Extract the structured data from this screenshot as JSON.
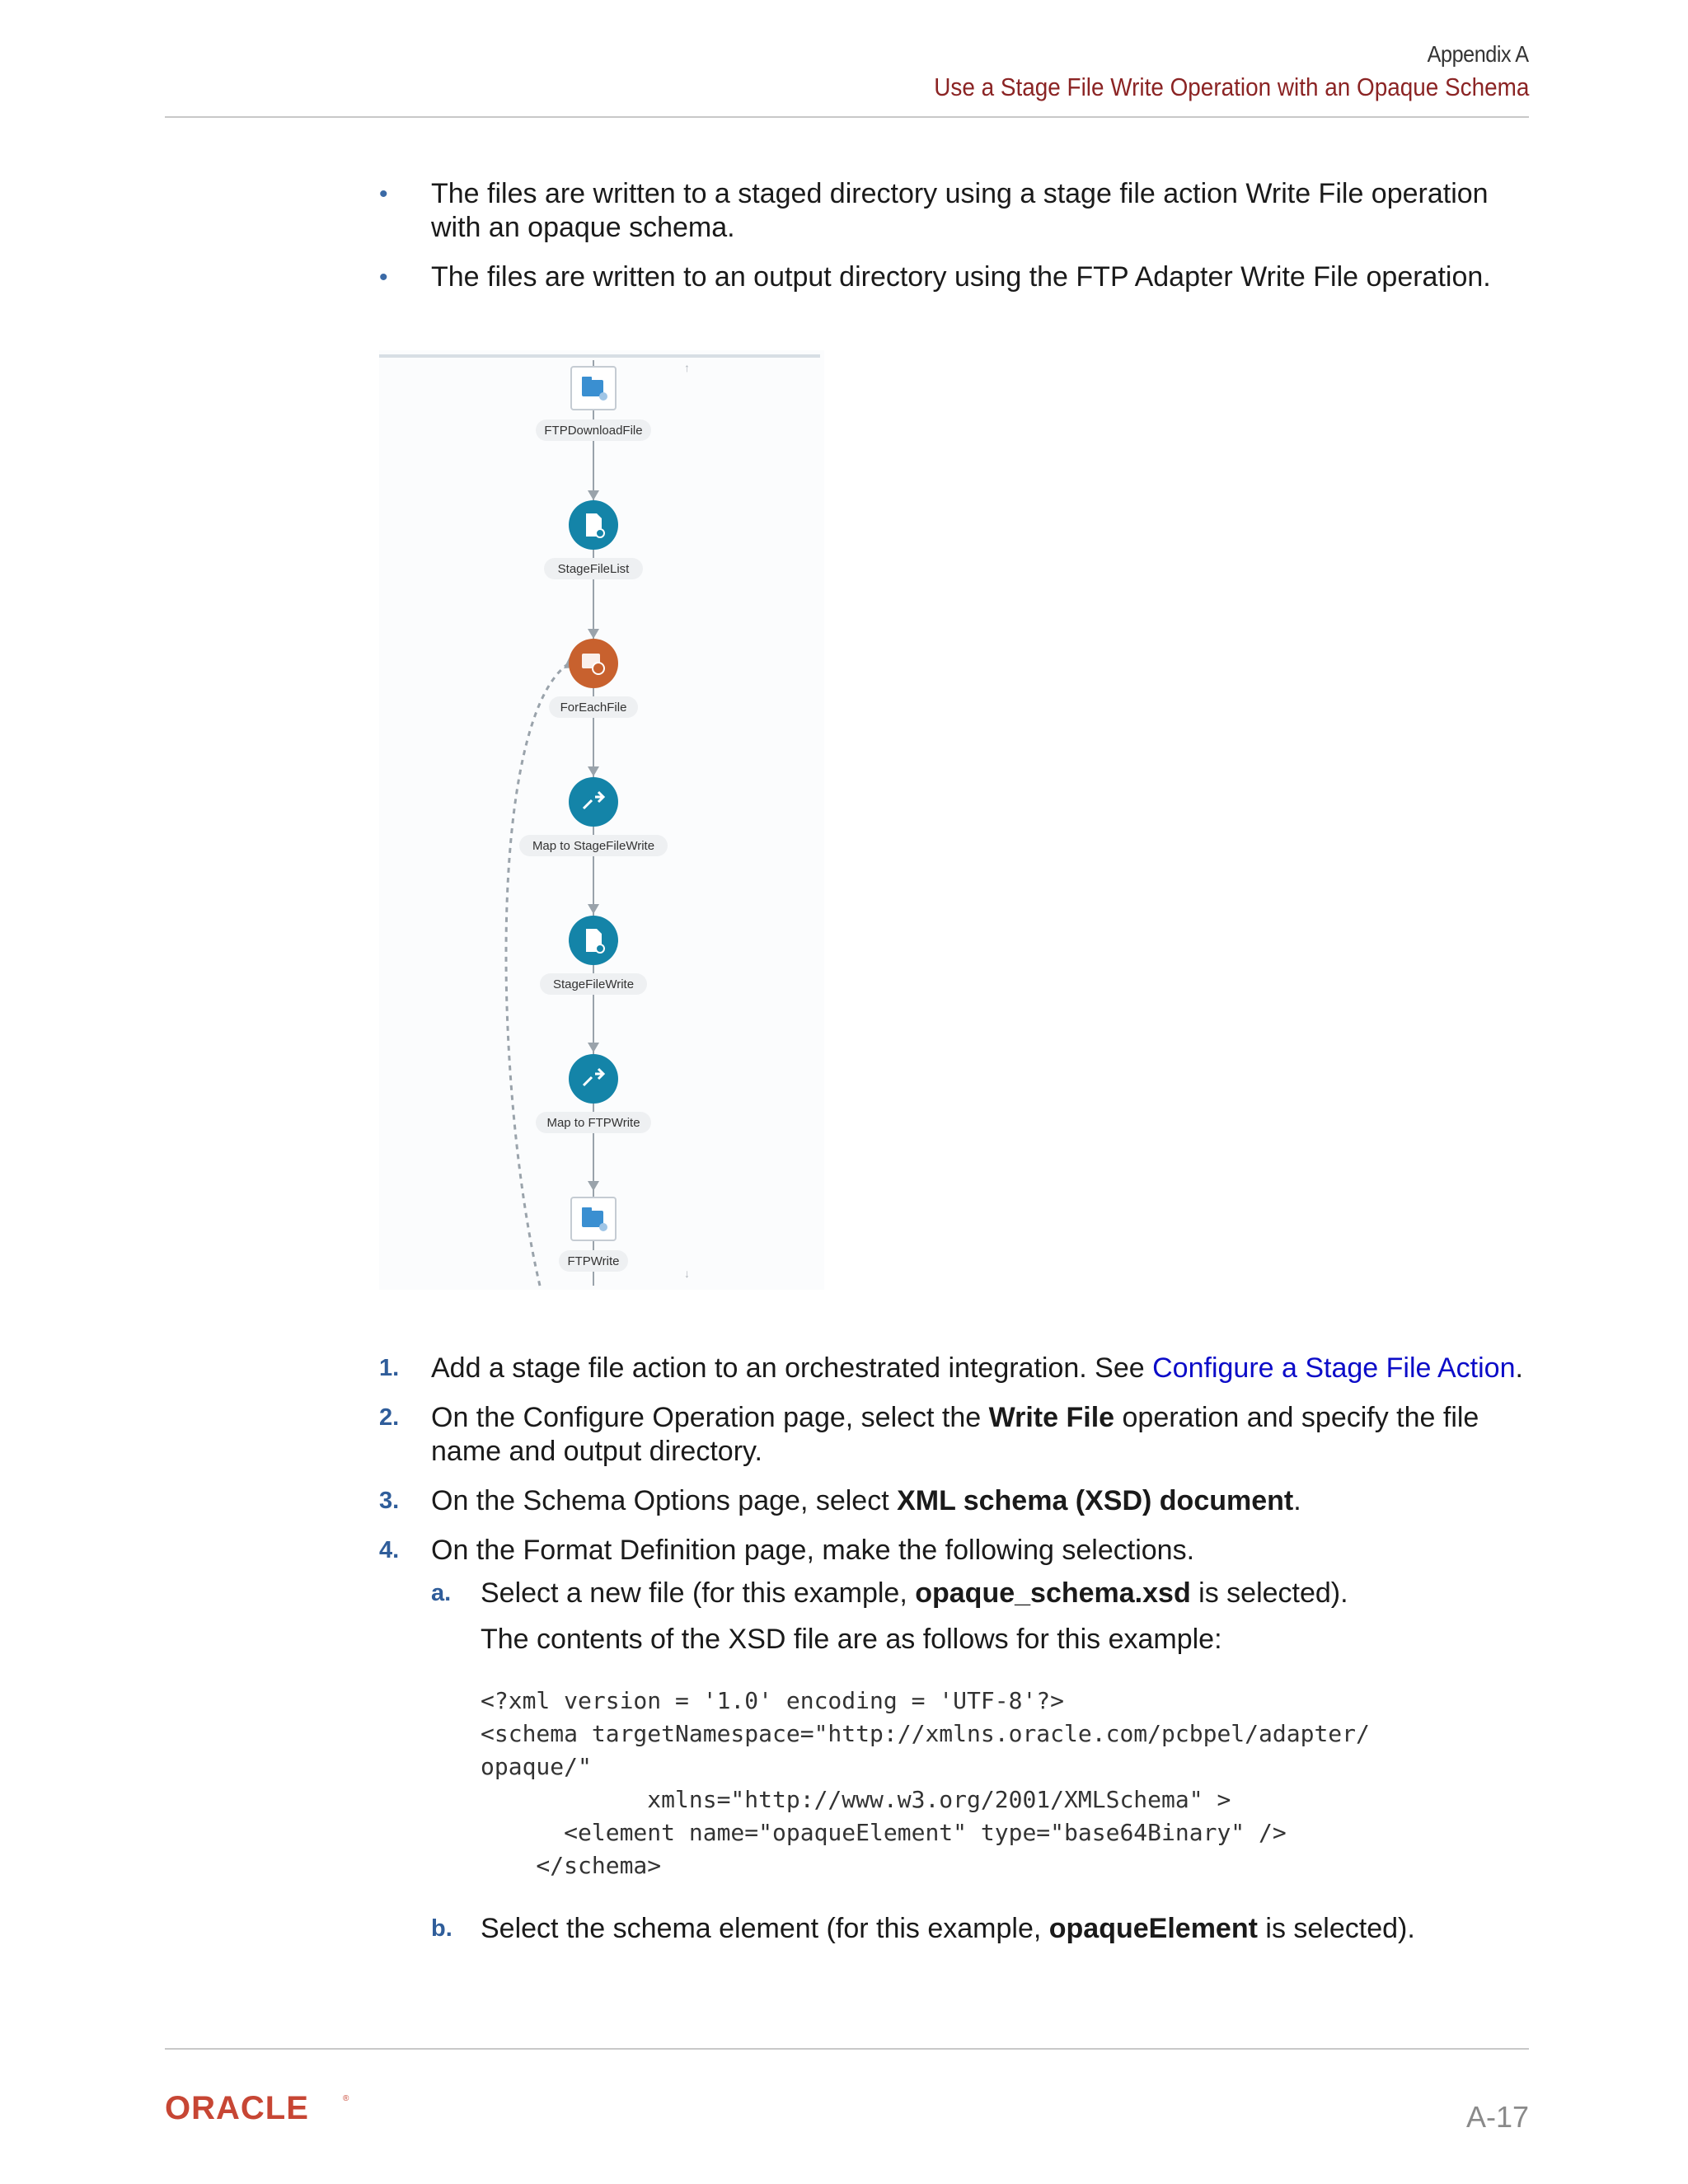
{
  "header": {
    "section": "Appendix A",
    "title": "Use a Stage File Write Operation with an Opaque Schema"
  },
  "intro_bullets": [
    "The files are written to a staged directory using a stage file action Write File operation with an opaque schema.",
    "The files are written to an output directory using the FTP Adapter Write File operation."
  ],
  "figure": {
    "nodes": [
      {
        "label": "FTPDownloadFile",
        "icon": "ftp-adapter-icon"
      },
      {
        "label": "StageFileList",
        "icon": "stage-file-icon"
      },
      {
        "label": "ForEachFile",
        "icon": "for-each-icon"
      },
      {
        "label": "Map to StageFileWrite",
        "icon": "mapper-icon"
      },
      {
        "label": "StageFileWrite",
        "icon": "stage-file-icon"
      },
      {
        "label": "Map to FTPWrite",
        "icon": "mapper-icon"
      },
      {
        "label": "FTPWrite",
        "icon": "ftp-adapter-icon"
      }
    ],
    "colors": {
      "invoke": "#1484a8",
      "for_each": "#c8612e",
      "connector": "#9aa3ab"
    }
  },
  "steps": {
    "s1": {
      "num": "1.",
      "pre": "Add a stage file action to an orchestrated integration. See ",
      "link": "Configure a Stage File Action",
      "post": "."
    },
    "s2": {
      "num": "2.",
      "pre": "On the Configure Operation page, select the ",
      "bold": "Write File",
      "post": " operation and specify the file name and output directory."
    },
    "s3": {
      "num": "3.",
      "pre": "On the Schema Options page, select ",
      "bold": "XML schema (XSD) document",
      "post": "."
    },
    "s4": {
      "num": "4.",
      "text": "On the Format Definition page, make the following selections."
    },
    "s4a": {
      "num": "a.",
      "pre": "Select a new file (for this example, ",
      "bold": "opaque_schema.xsd",
      "post": " is selected).",
      "para": "The contents of the XSD file are as follows for this example:"
    },
    "code": "<?xml version = '1.0' encoding = 'UTF-8'?>\n<schema targetNamespace=\"http://xmlns.oracle.com/pcbpel/adapter/\nopaque/\"\n            xmlns=\"http://www.w3.org/2001/XMLSchema\" >\n      <element name=\"opaqueElement\" type=\"base64Binary\" />\n    </schema>",
    "s4b": {
      "num": "b.",
      "pre": "Select the schema element (for this example, ",
      "bold": "opaqueElement",
      "post": " is selected)."
    }
  },
  "footer": {
    "logo": "ORACLE",
    "page": "A-17",
    "brand_color": "#c74634"
  }
}
